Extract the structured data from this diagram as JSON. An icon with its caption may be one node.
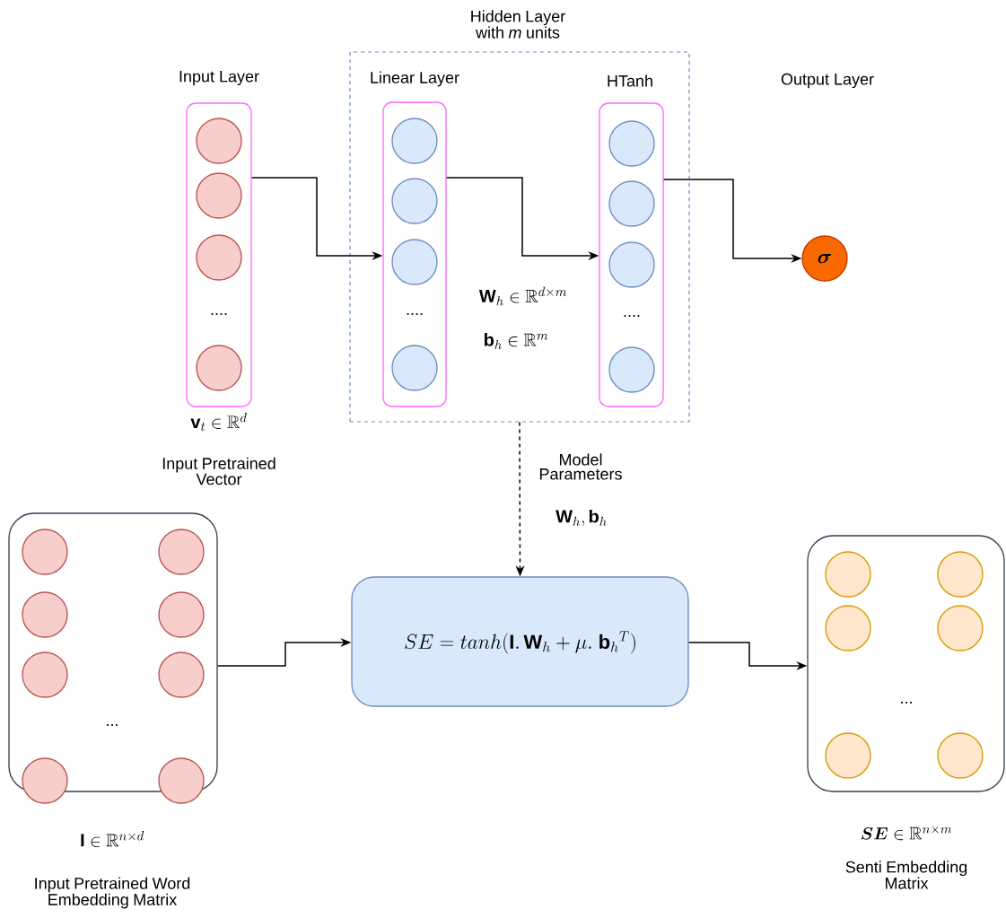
{
  "diagram": {
    "nodes": [
      {
        "text": [
          "Hidden Layer with *m* units",
          "\\mathbf{W}_h \\in \\mathbb{R}^{d\\times m}",
          "\\mathbf{b}_h \\in \\mathbb{R}^{m}"
        ]
      },
      {
        "text": [
          "Input Layer",
          "...."
        ],
        "beside": [
          "\\mathbf{v}_t \\in \\mathbb{R}^{d}",
          "Input Pretrained Vector"
        ]
      },
      {
        "text": [
          "Linear Layer",
          "...."
        ],
        "in": 0
      },
      {
        "text": [
          "HTanh",
          "...."
        ],
        "in": 0
      },
      {
        "text": [
          "\\boldsymbol{\\sigma}"
        ]
      },
      {
        "text": [
          "..."
        ],
        "beside": [
          "\\mathbf{I} \\in \\mathbb{R}^{n\\times d}",
          "Input Pretrained Word Embedding Matrix"
        ]
      },
      {
        "text": [
          "SE = tanh(\\mathbf{I}.\\,\\mathbf{W}_h + \\mu.\\ \\mathbf{b}_h{}^T)"
        ]
      },
      {
        "text": [
          "..."
        ],
        "beside": [
          "\\boldsymbol{SE} \\in \\mathbb{R}^{n\\times m}",
          "Senti Embedding Matrix"
        ]
      }
    ],
    "edges": [
      {
        "from": 1,
        "to": 2,
        "arrow": "to"
      },
      {
        "from": 2,
        "to": 3,
        "arrow": "to"
      },
      {
        "from": 3,
        "to": 4,
        "arrow": "to"
      },
      {
        "from": 0,
        "to": 6,
        "arrow": "to",
        "style": "dashed",
        "label": "Model Parameters"
      },
      {
        "from": 5,
        "to": 6,
        "arrow": "to"
      },
      {
        "from": 6,
        "to": 7,
        "arrow": "to"
      }
    ],
    "labels": [
      "Output Layer",
      "\\mathbf{W}_h, \\mathbf{b}_h"
    ]
  }
}
